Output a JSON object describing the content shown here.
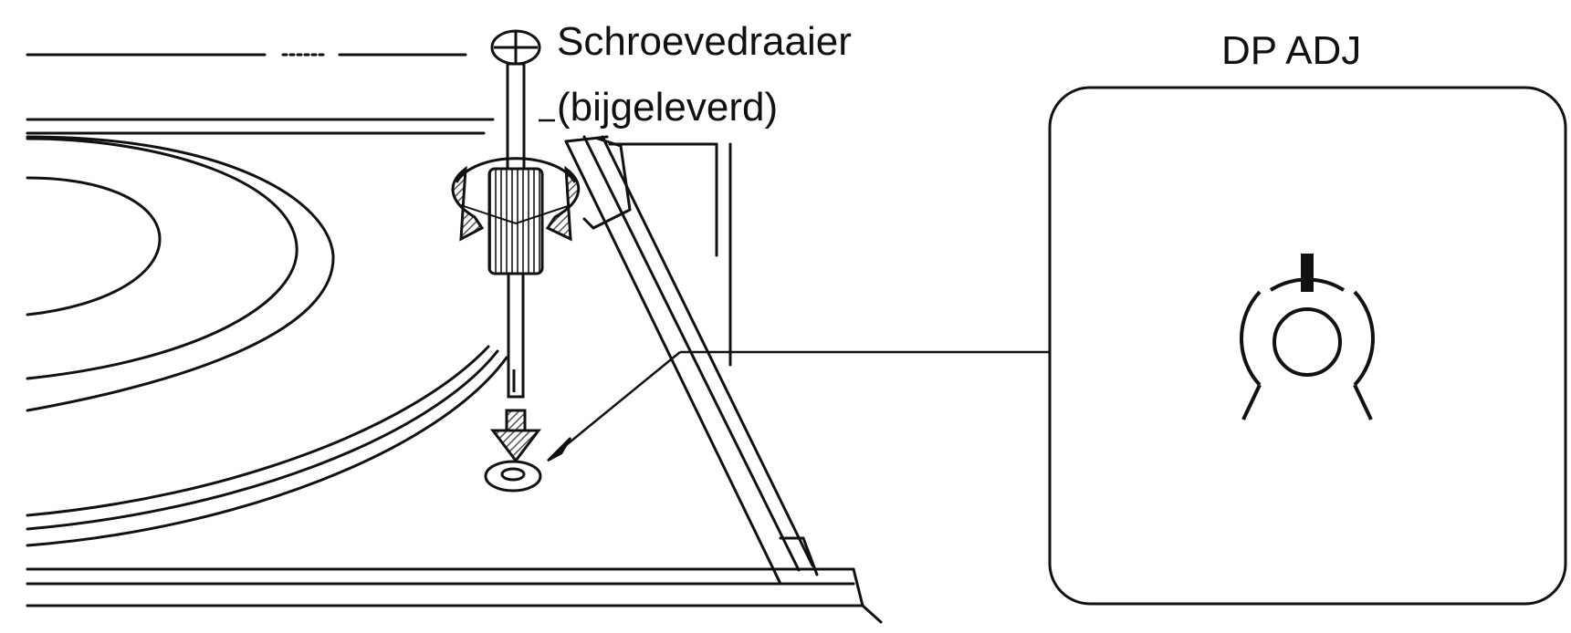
{
  "labels": {
    "screwdriver": "Schroevedraaier",
    "supplied": "(bijgeleverd)",
    "panel_title": "DP ADJ"
  },
  "colors": {
    "ink": "#111111",
    "hatch": "#555555",
    "background": "#ffffff"
  },
  "icons": [
    "screwdriver-icon",
    "rotate-arrows-icon",
    "down-arrow-icon",
    "adjust-hole-icon",
    "adjust-dial-icon"
  ]
}
